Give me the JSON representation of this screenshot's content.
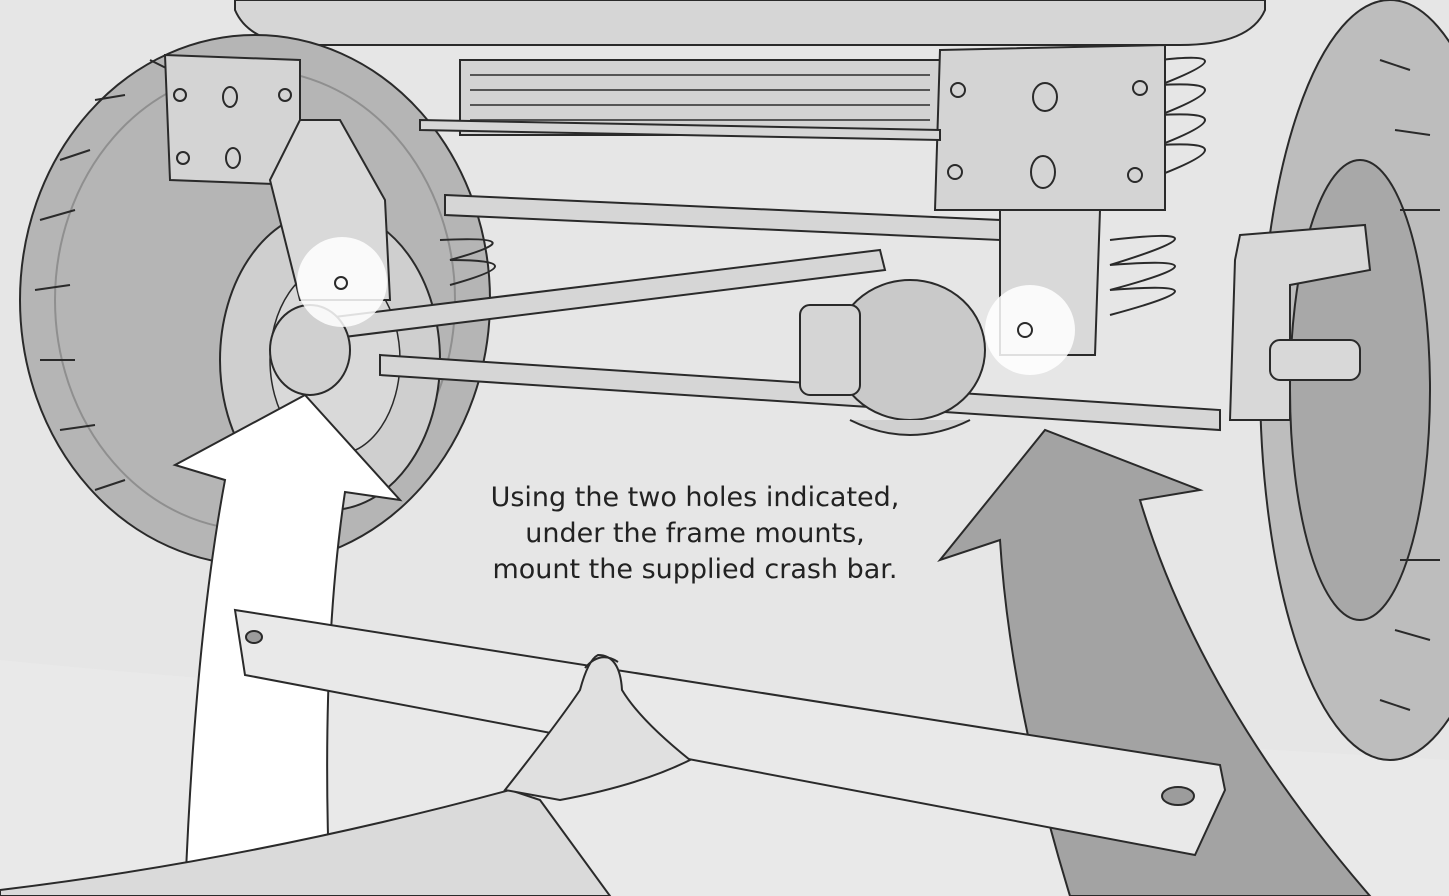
{
  "instruction": {
    "lines": [
      "Using the two holes indicated,",
      "under the frame mounts,",
      "mount the supplied crash bar."
    ]
  },
  "colors": {
    "background": "#e6e6e6",
    "tire": "#b9b9b9",
    "metal": "#d9d9d9",
    "shadow": "#c4c4c4",
    "white_arrow": "#ffffff",
    "gray_arrow": "#a3a3a3",
    "outline": "#2a2a2a",
    "highlight": "#ffffff"
  },
  "icons": [
    "white-arrow-icon",
    "gray-arrow-icon",
    "highlight-circle-icon"
  ]
}
